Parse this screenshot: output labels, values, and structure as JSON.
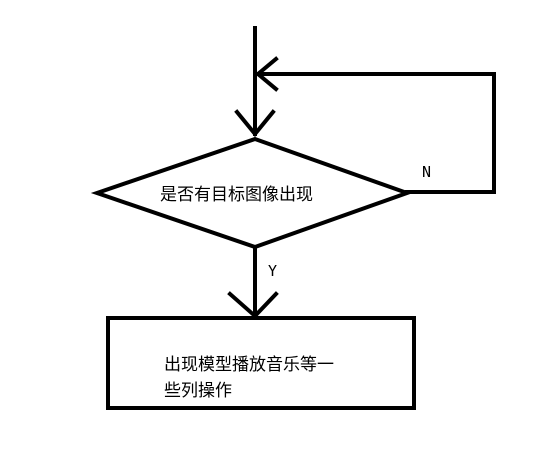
{
  "diagram": {
    "type": "flowchart",
    "decision": {
      "text": "是否有目标图像出现"
    },
    "action": {
      "lines": [
        "出现模型播放音乐等一",
        "些列操作"
      ]
    },
    "edges": {
      "no_label": "N",
      "yes_label": "Y"
    },
    "colors": {
      "stroke": "#000000",
      "background": "#ffffff"
    }
  }
}
